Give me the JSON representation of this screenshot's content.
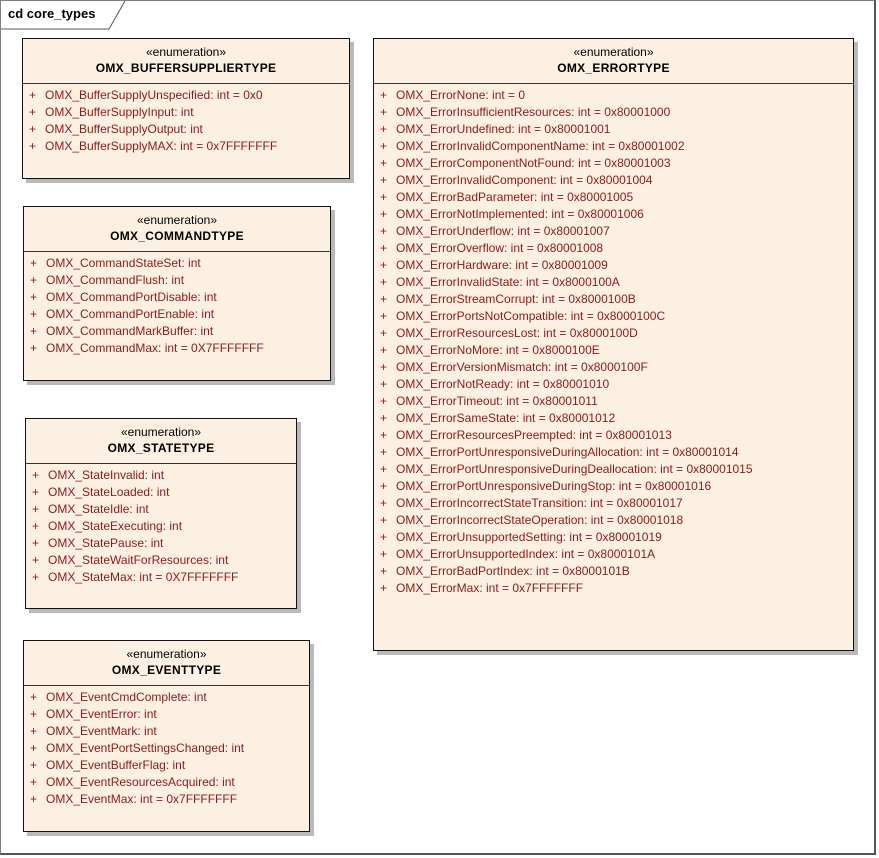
{
  "frame": {
    "label": "cd core_types"
  },
  "classes": {
    "buffer_supplier": {
      "stereotype": "«enumeration»",
      "name": "OMX_BUFFERSUPPLIERTYPE",
      "attributes": [
        {
          "vis": "+",
          "text": "OMX_BufferSupplyUnspecified:  int = 0x0"
        },
        {
          "vis": "+",
          "text": "OMX_BufferSupplyInput:  int"
        },
        {
          "vis": "+",
          "text": "OMX_BufferSupplyOutput:  int"
        },
        {
          "vis": "+",
          "text": "OMX_BufferSupplyMAX:  int = 0x7FFFFFFF"
        }
      ]
    },
    "command": {
      "stereotype": "«enumeration»",
      "name": "OMX_COMMANDTYPE",
      "attributes": [
        {
          "vis": "+",
          "text": "OMX_CommandStateSet:  int"
        },
        {
          "vis": "+",
          "text": "OMX_CommandFlush:  int"
        },
        {
          "vis": "+",
          "text": "OMX_CommandPortDisable:  int"
        },
        {
          "vis": "+",
          "text": "OMX_CommandPortEnable:  int"
        },
        {
          "vis": "+",
          "text": "OMX_CommandMarkBuffer:  int"
        },
        {
          "vis": "+",
          "text": "OMX_CommandMax:  int = 0X7FFFFFFF"
        }
      ]
    },
    "state": {
      "stereotype": "«enumeration»",
      "name": "OMX_STATETYPE",
      "attributes": [
        {
          "vis": "+",
          "text": "OMX_StateInvalid:  int"
        },
        {
          "vis": "+",
          "text": "OMX_StateLoaded:  int"
        },
        {
          "vis": "+",
          "text": "OMX_StateIdle:  int"
        },
        {
          "vis": "+",
          "text": "OMX_StateExecuting:  int"
        },
        {
          "vis": "+",
          "text": "OMX_StatePause:  int"
        },
        {
          "vis": "+",
          "text": "OMX_StateWaitForResources:  int"
        },
        {
          "vis": "+",
          "text": "OMX_StateMax:  int = 0X7FFFFFFF"
        }
      ]
    },
    "event": {
      "stereotype": "«enumeration»",
      "name": "OMX_EVENTTYPE",
      "attributes": [
        {
          "vis": "+",
          "text": "OMX_EventCmdComplete:  int"
        },
        {
          "vis": "+",
          "text": "OMX_EventError:  int"
        },
        {
          "vis": "+",
          "text": "OMX_EventMark:  int"
        },
        {
          "vis": "+",
          "text": "OMX_EventPortSettingsChanged:  int"
        },
        {
          "vis": "+",
          "text": "OMX_EventBufferFlag:  int"
        },
        {
          "vis": "+",
          "text": "OMX_EventResourcesAcquired:  int"
        },
        {
          "vis": "+",
          "text": "OMX_EventMax:  int = 0x7FFFFFFF"
        }
      ]
    },
    "error": {
      "stereotype": "«enumeration»",
      "name": "OMX_ERRORTYPE",
      "attributes": [
        {
          "vis": "+",
          "text": "OMX_ErrorNone:  int = 0"
        },
        {
          "vis": "+",
          "text": "OMX_ErrorInsufficientResources:  int = 0x80001000"
        },
        {
          "vis": "+",
          "text": "OMX_ErrorUndefined:  int = 0x80001001"
        },
        {
          "vis": "+",
          "text": "OMX_ErrorInvalidComponentName:  int = 0x80001002"
        },
        {
          "vis": "+",
          "text": "OMX_ErrorComponentNotFound:  int = 0x80001003"
        },
        {
          "vis": "+",
          "text": "OMX_ErrorInvalidComponent:  int = 0x80001004"
        },
        {
          "vis": "+",
          "text": "OMX_ErrorBadParameter:  int = 0x80001005"
        },
        {
          "vis": "+",
          "text": "OMX_ErrorNotImplemented:  int = 0x80001006"
        },
        {
          "vis": "+",
          "text": "OMX_ErrorUnderflow:  int = 0x80001007"
        },
        {
          "vis": "+",
          "text": "OMX_ErrorOverflow:  int = 0x80001008"
        },
        {
          "vis": "+",
          "text": "OMX_ErrorHardware:  int = 0x80001009"
        },
        {
          "vis": "+",
          "text": "OMX_ErrorInvalidState:  int = 0x8000100A"
        },
        {
          "vis": "+",
          "text": "OMX_ErrorStreamCorrupt:  int = 0x8000100B"
        },
        {
          "vis": "+",
          "text": "OMX_ErrorPortsNotCompatible:  int = 0x8000100C"
        },
        {
          "vis": "+",
          "text": "OMX_ErrorResourcesLost:  int = 0x8000100D"
        },
        {
          "vis": "+",
          "text": "OMX_ErrorNoMore:  int = 0x8000100E"
        },
        {
          "vis": "+",
          "text": "OMX_ErrorVersionMismatch:  int = 0x8000100F"
        },
        {
          "vis": "+",
          "text": "OMX_ErrorNotReady:  int = 0x80001010"
        },
        {
          "vis": "+",
          "text": "OMX_ErrorTimeout:  int = 0x80001011"
        },
        {
          "vis": "+",
          "text": "OMX_ErrorSameState:  int = 0x80001012"
        },
        {
          "vis": "+",
          "text": "OMX_ErrorResourcesPreempted:  int = 0x80001013"
        },
        {
          "vis": "+",
          "text": "OMX_ErrorPortUnresponsiveDuringAllocation:  int = 0x80001014"
        },
        {
          "vis": "+",
          "text": "OMX_ErrorPortUnresponsiveDuringDeallocation:  int = 0x80001015"
        },
        {
          "vis": "+",
          "text": "OMX_ErrorPortUnresponsiveDuringStop:  int = 0x80001016"
        },
        {
          "vis": "+",
          "text": "OMX_ErrorIncorrectStateTransition:  int = 0x80001017"
        },
        {
          "vis": "+",
          "text": "OMX_ErrorIncorrectStateOperation:  int = 0x80001018"
        },
        {
          "vis": "+",
          "text": "OMX_ErrorUnsupportedSetting:  int = 0x80001019"
        },
        {
          "vis": "+",
          "text": "OMX_ErrorUnsupportedIndex:  int = 0x8000101A"
        },
        {
          "vis": "+",
          "text": "OMX_ErrorBadPortIndex:  int = 0x8000101B"
        },
        {
          "vis": "+",
          "text": "OMX_ErrorMax:  int = 0x7FFFFFFF"
        }
      ]
    }
  },
  "colors": {
    "class_fill": "#fbf0e2",
    "attribute_text": "#8b1a1a",
    "border": "#111111",
    "shadow": "#b9b9b9"
  }
}
